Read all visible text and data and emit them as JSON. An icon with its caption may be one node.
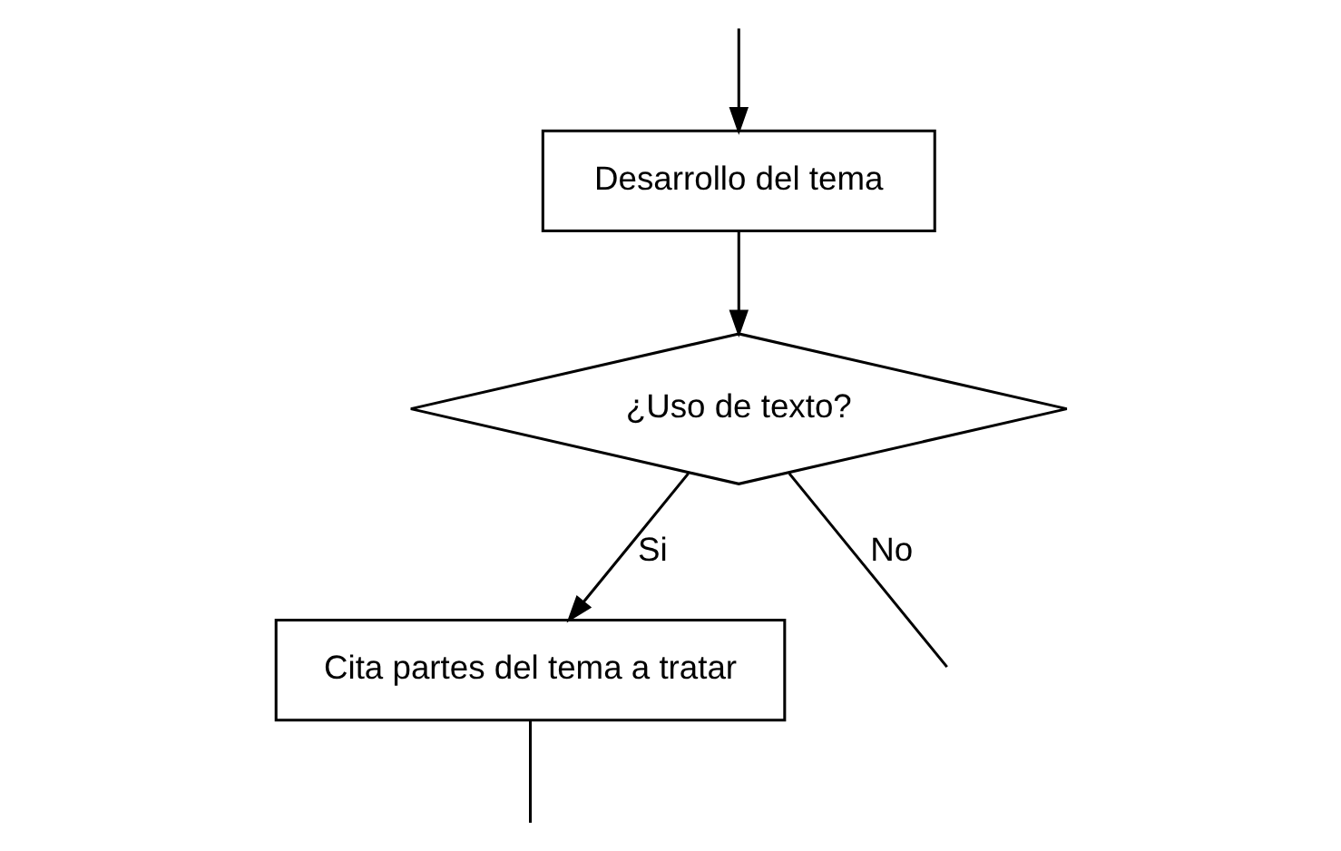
{
  "diagram": {
    "nodes": [
      {
        "text": [
          "Desarrollo del tema"
        ]
      },
      {
        "text": [
          "¿Uso de texto?"
        ]
      },
      {
        "text": [
          "Cita partes del tema a tratar"
        ]
      }
    ],
    "edges": [
      {
        "from": null,
        "to": 0,
        "arrow": "to"
      },
      {
        "from": 0,
        "to": 1,
        "arrow": "to"
      },
      {
        "from": 1,
        "to": 2,
        "label": "Si",
        "arrow": "to"
      },
      {
        "from": 1,
        "to": null,
        "label": "No",
        "arrow": "none"
      },
      {
        "from": 2,
        "to": null,
        "arrow": "none"
      }
    ]
  }
}
